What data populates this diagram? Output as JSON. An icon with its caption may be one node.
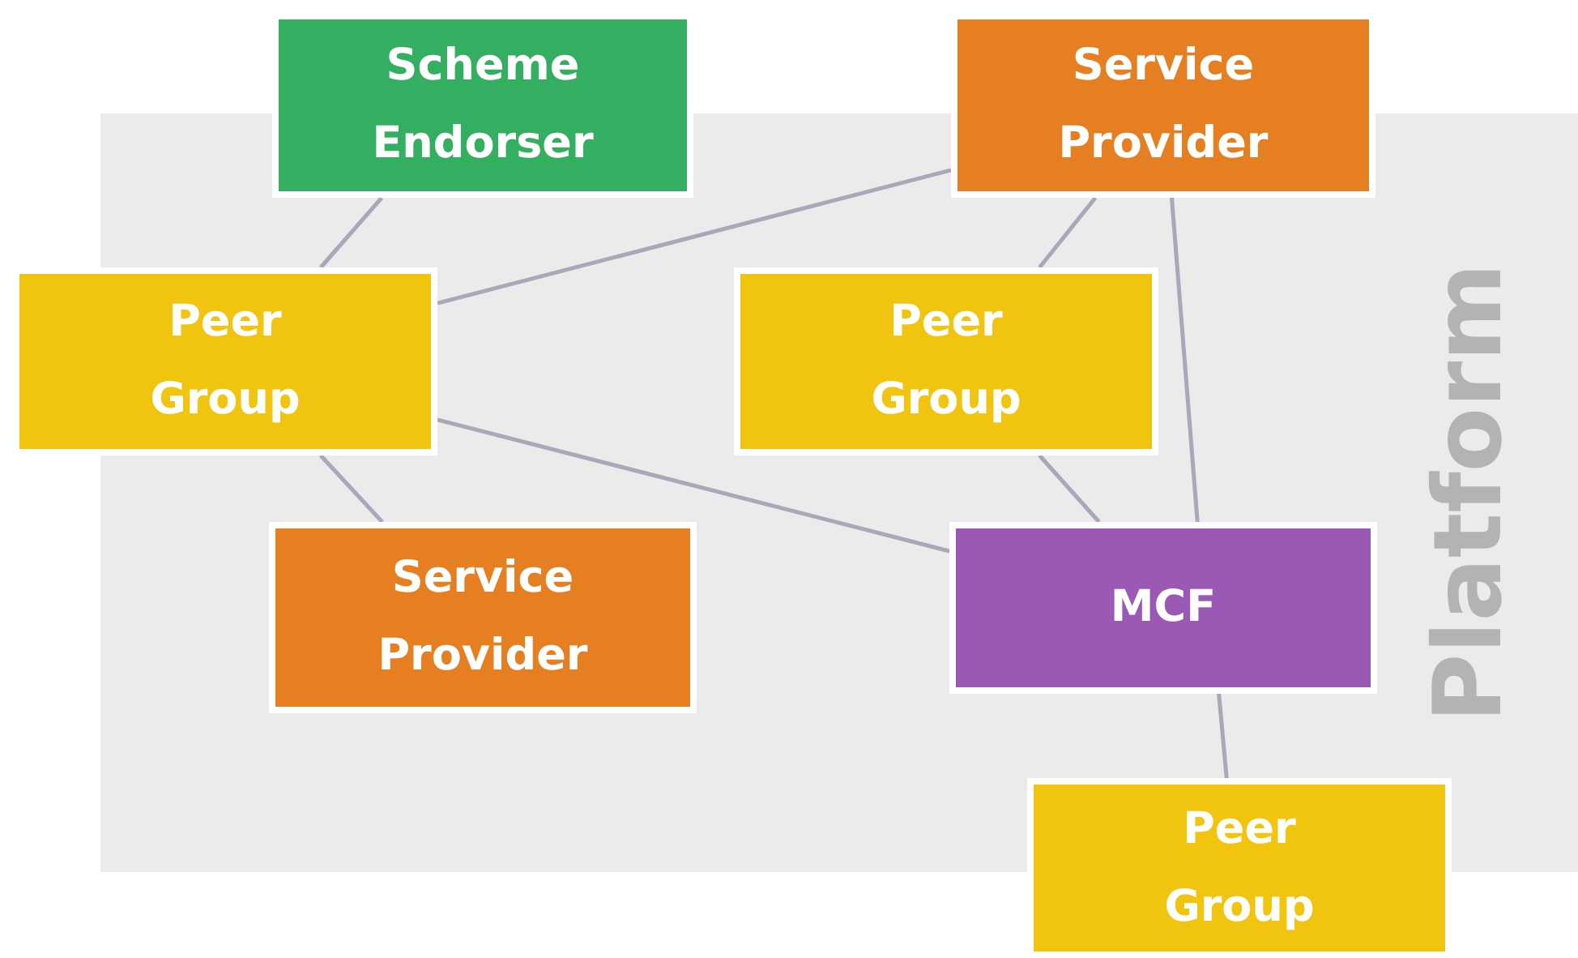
{
  "diagram": {
    "nodes": [
      {
        "text": [
          "Platform"
        ]
      },
      {
        "text": [
          "Scheme Endorser"
        ]
      },
      {
        "text": [
          "Service Provider"
        ]
      },
      {
        "text": [
          "Peer Group"
        ]
      },
      {
        "text": [
          "Peer Group"
        ],
        "in": 0
      },
      {
        "text": [
          "Service Provider"
        ],
        "in": 0
      },
      {
        "text": [
          "MCF"
        ],
        "in": 0
      },
      {
        "text": [
          "Peer Group"
        ]
      }
    ],
    "edges": [
      {
        "from": 1,
        "to": 3,
        "arrow": "none"
      },
      {
        "from": 2,
        "to": 3,
        "arrow": "none"
      },
      {
        "from": 2,
        "to": 4,
        "arrow": "none"
      },
      {
        "from": 2,
        "to": 6,
        "arrow": "none"
      },
      {
        "from": 3,
        "to": 5,
        "arrow": "none"
      },
      {
        "from": 3,
        "to": 6,
        "arrow": "none"
      },
      {
        "from": 4,
        "to": 6,
        "arrow": "none"
      },
      {
        "from": 6,
        "to": 7,
        "arrow": "none"
      }
    ]
  }
}
